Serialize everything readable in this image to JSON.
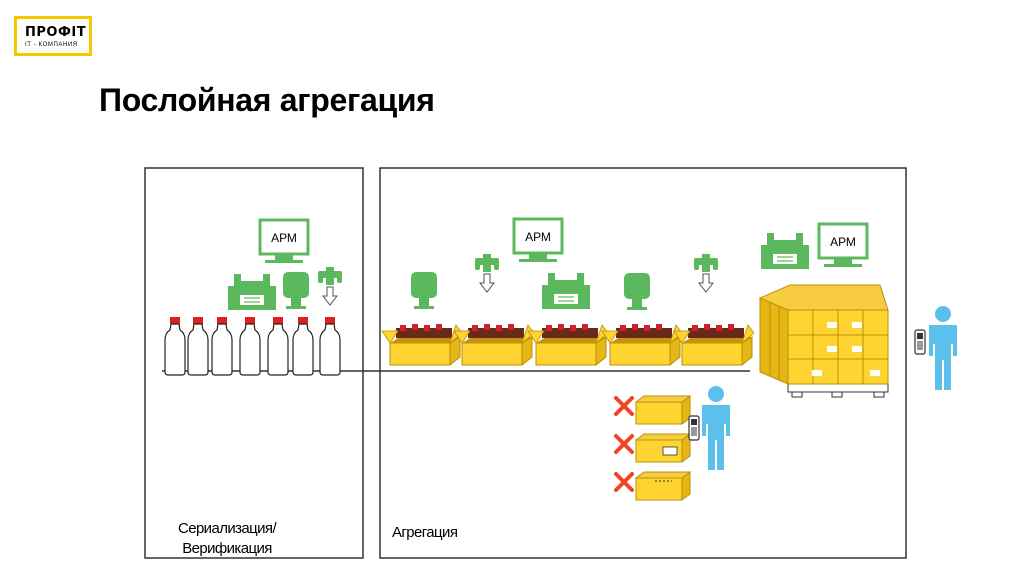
{
  "logo": {
    "name": "ПРОФІТ",
    "tagline": "IT - КОМПАНИЯ"
  },
  "title": "Послойная агрегация",
  "zones": {
    "serialization": "Сериализация/ Верификация",
    "aggregation": "Агрегация"
  },
  "workstation_label": "АРМ",
  "colors": {
    "green": "#5cb85c",
    "box_yellow": "#ffd430",
    "bottle_cap": "#e02020",
    "person": "#5bc0eb",
    "reject_cross": "#ee4422",
    "logo_border": "#f6c800"
  }
}
